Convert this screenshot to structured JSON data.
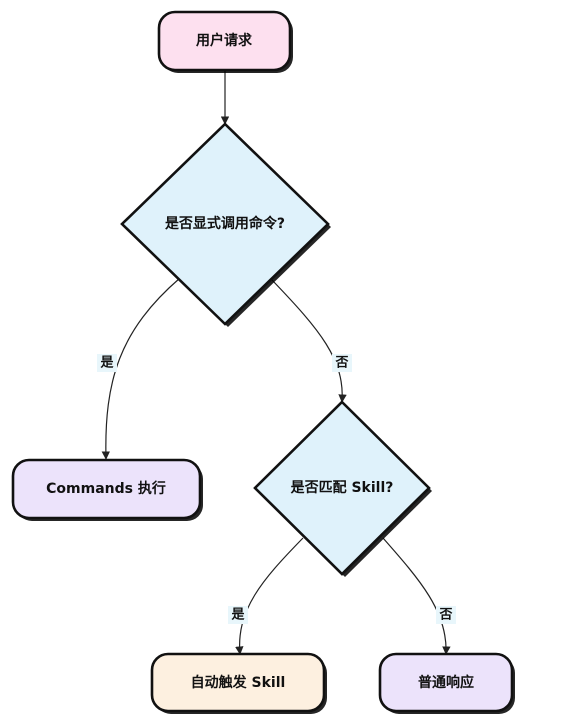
{
  "nodes": {
    "start": {
      "label": "用户请求",
      "fill": "#fde0ef"
    },
    "decision_explicit": {
      "label": "是否显式调用命令?",
      "fill": "#dff2fb"
    },
    "commands_exec": {
      "label": "Commands 执行",
      "fill": "#ece3fb"
    },
    "decision_skill": {
      "label": "是否匹配 Skill?",
      "fill": "#dff2fb"
    },
    "auto_skill": {
      "label": "自动触发 Skill",
      "fill": "#fdf0e0"
    },
    "normal_response": {
      "label": "普通响应",
      "fill": "#ece3fb"
    }
  },
  "edges": {
    "explicit_yes": "是",
    "explicit_no": "否",
    "skill_yes": "是",
    "skill_no": "否"
  }
}
